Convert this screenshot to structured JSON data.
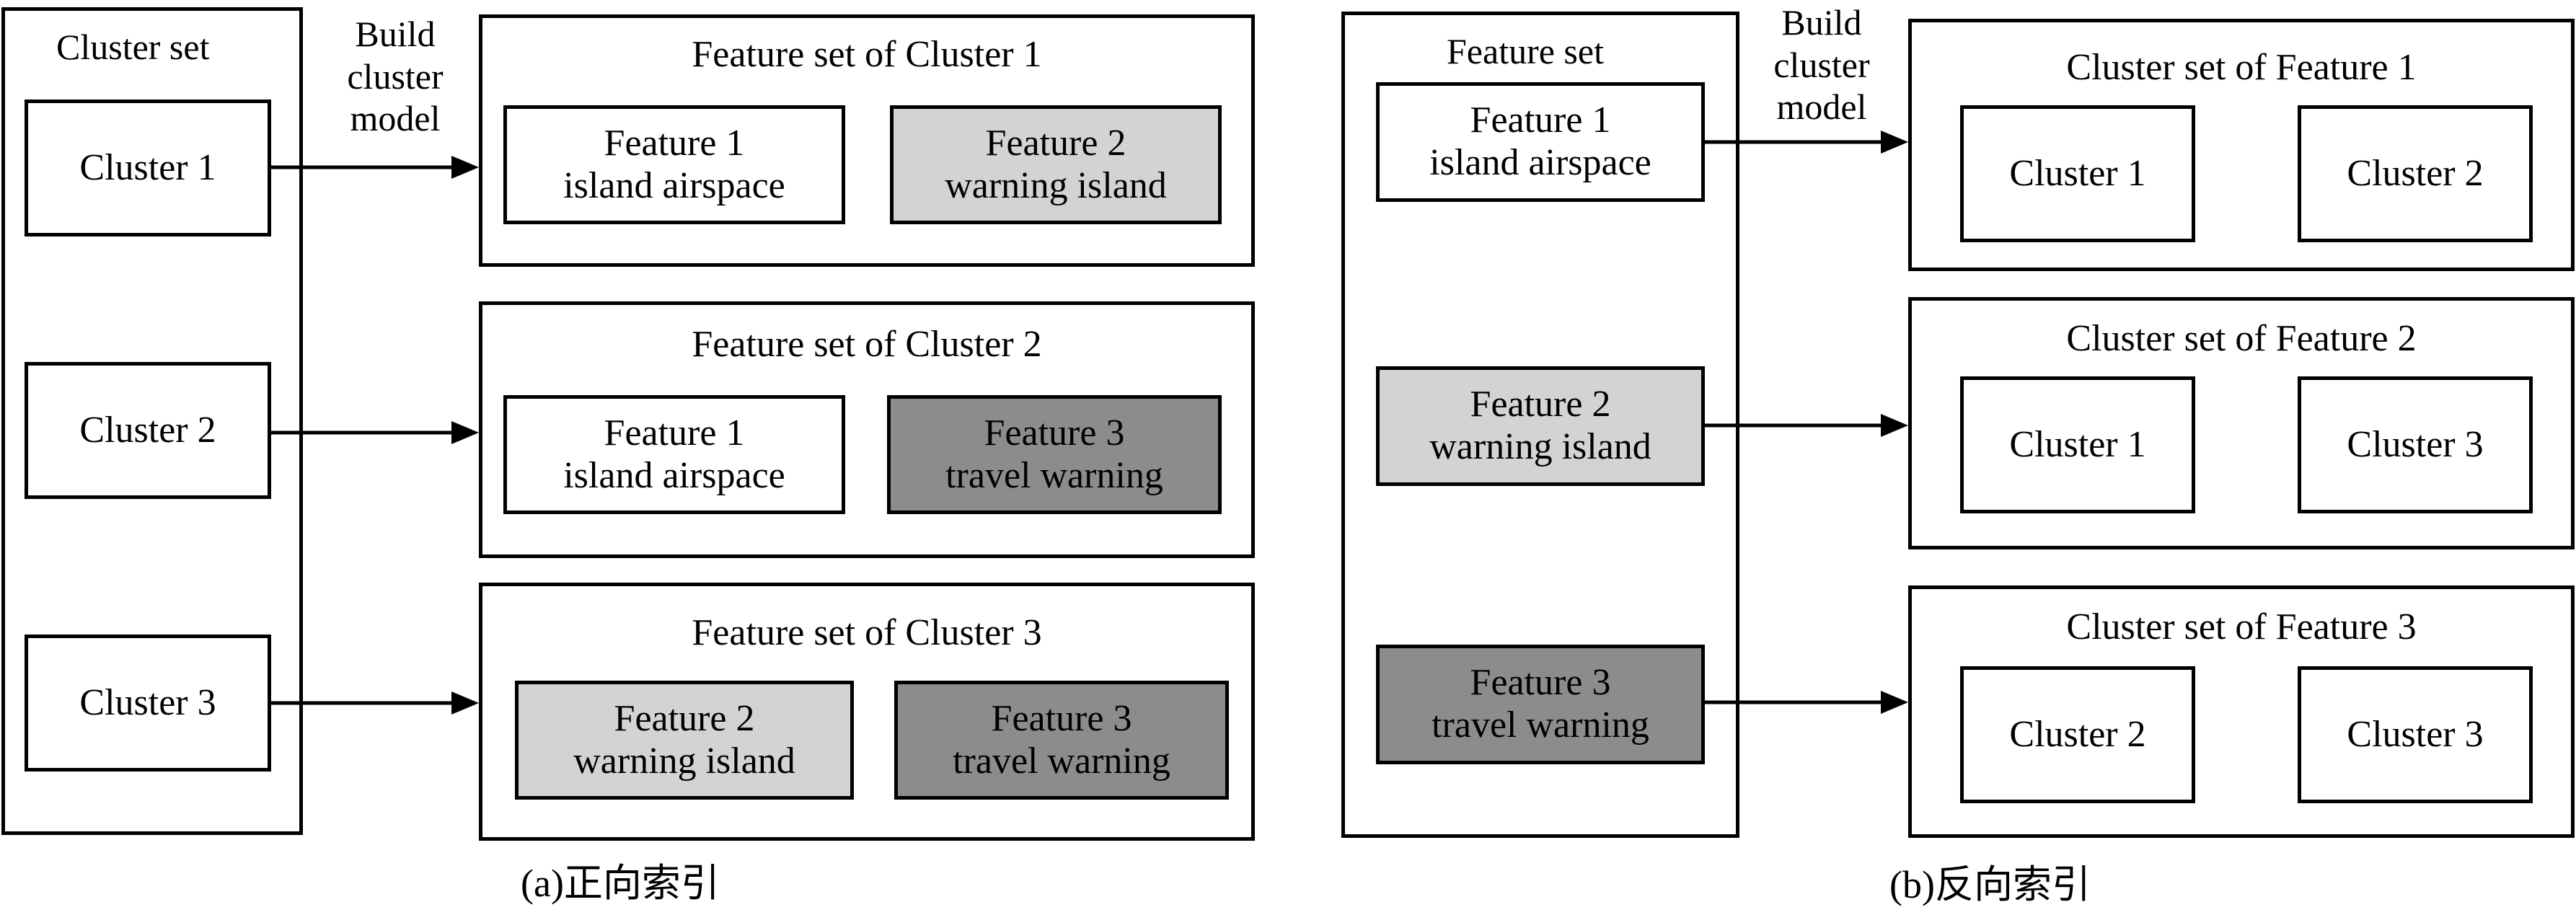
{
  "panel_a": {
    "left_title": "Cluster set",
    "build_label": [
      "Build",
      "cluster",
      "model"
    ],
    "clusters": [
      {
        "label": "Cluster 1"
      },
      {
        "label": "Cluster 2"
      },
      {
        "label": "Cluster 3"
      }
    ],
    "feature_sets": [
      {
        "title": "Feature set of Cluster 1",
        "features": [
          {
            "line1": "Feature 1",
            "line2": "island airspace",
            "shade": "white"
          },
          {
            "line1": "Feature 2",
            "line2": "warning island",
            "shade": "light"
          }
        ]
      },
      {
        "title": "Feature set of Cluster 2",
        "features": [
          {
            "line1": "Feature 1",
            "line2": "island airspace",
            "shade": "white"
          },
          {
            "line1": "Feature 3",
            "line2": "travel warning",
            "shade": "dark"
          }
        ]
      },
      {
        "title": "Feature set of Cluster 3",
        "features": [
          {
            "line1": "Feature 2",
            "line2": "warning island",
            "shade": "light"
          },
          {
            "line1": "Feature 3",
            "line2": "travel warning",
            "shade": "dark"
          }
        ]
      }
    ],
    "caption": "(a)正向索引"
  },
  "panel_b": {
    "left_title": "Feature set",
    "build_label": [
      "Build",
      "cluster",
      "model"
    ],
    "features": [
      {
        "line1": "Feature 1",
        "line2": "island airspace",
        "shade": "white"
      },
      {
        "line1": "Feature 2",
        "line2": "warning island",
        "shade": "light"
      },
      {
        "line1": "Feature 3",
        "line2": "travel warning",
        "shade": "dark"
      }
    ],
    "cluster_sets": [
      {
        "title": "Cluster set of Feature 1",
        "clusters": [
          "Cluster 1",
          "Cluster 2"
        ]
      },
      {
        "title": "Cluster set of Feature 2",
        "clusters": [
          "Cluster 1",
          "Cluster 3"
        ]
      },
      {
        "title": "Cluster set of Feature 3",
        "clusters": [
          "Cluster 2",
          "Cluster 3"
        ]
      }
    ],
    "caption": "(b)反向索引"
  },
  "colors": {
    "white": "#ffffff",
    "light": "#d3d3d3",
    "dark": "#8c8c8c",
    "line": "#000000"
  }
}
